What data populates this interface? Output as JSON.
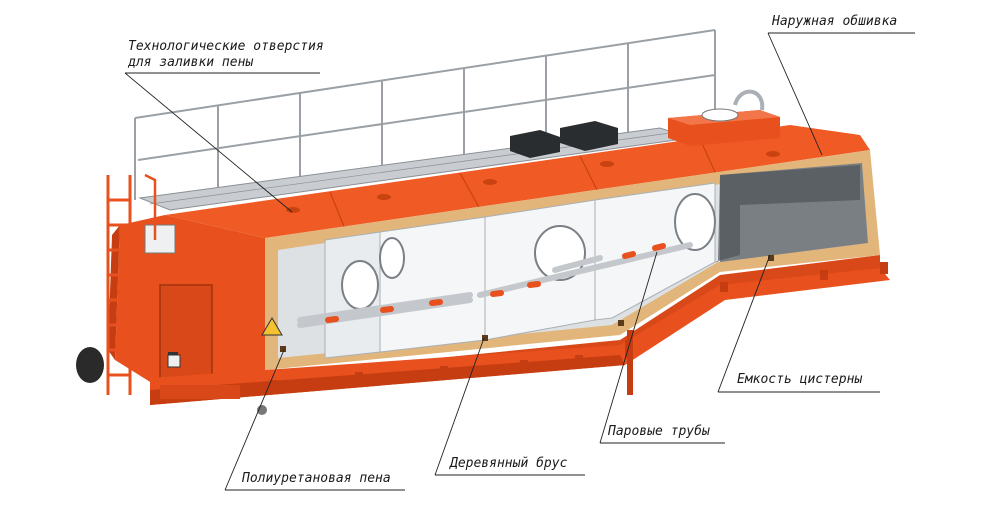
{
  "labels": {
    "foam_holes_line1": "Технологические отверстия",
    "foam_holes_line2": "для заливки пены",
    "outer_skin": "Наружная обшивка",
    "tank_vessel": "Емкость цистерны",
    "steam_pipes": "Паровые трубы",
    "wooden_beam": "Деревянный брус",
    "pu_foam": "Полиуретановая пена"
  },
  "colors": {
    "body": "#e8501e",
    "body_dark": "#c63d12",
    "body_light": "#f3764a",
    "foam": "#e2b57a",
    "interior": "#dde1e4",
    "interior_dark": "#7a7f84",
    "metal": "#b8bcc0"
  }
}
